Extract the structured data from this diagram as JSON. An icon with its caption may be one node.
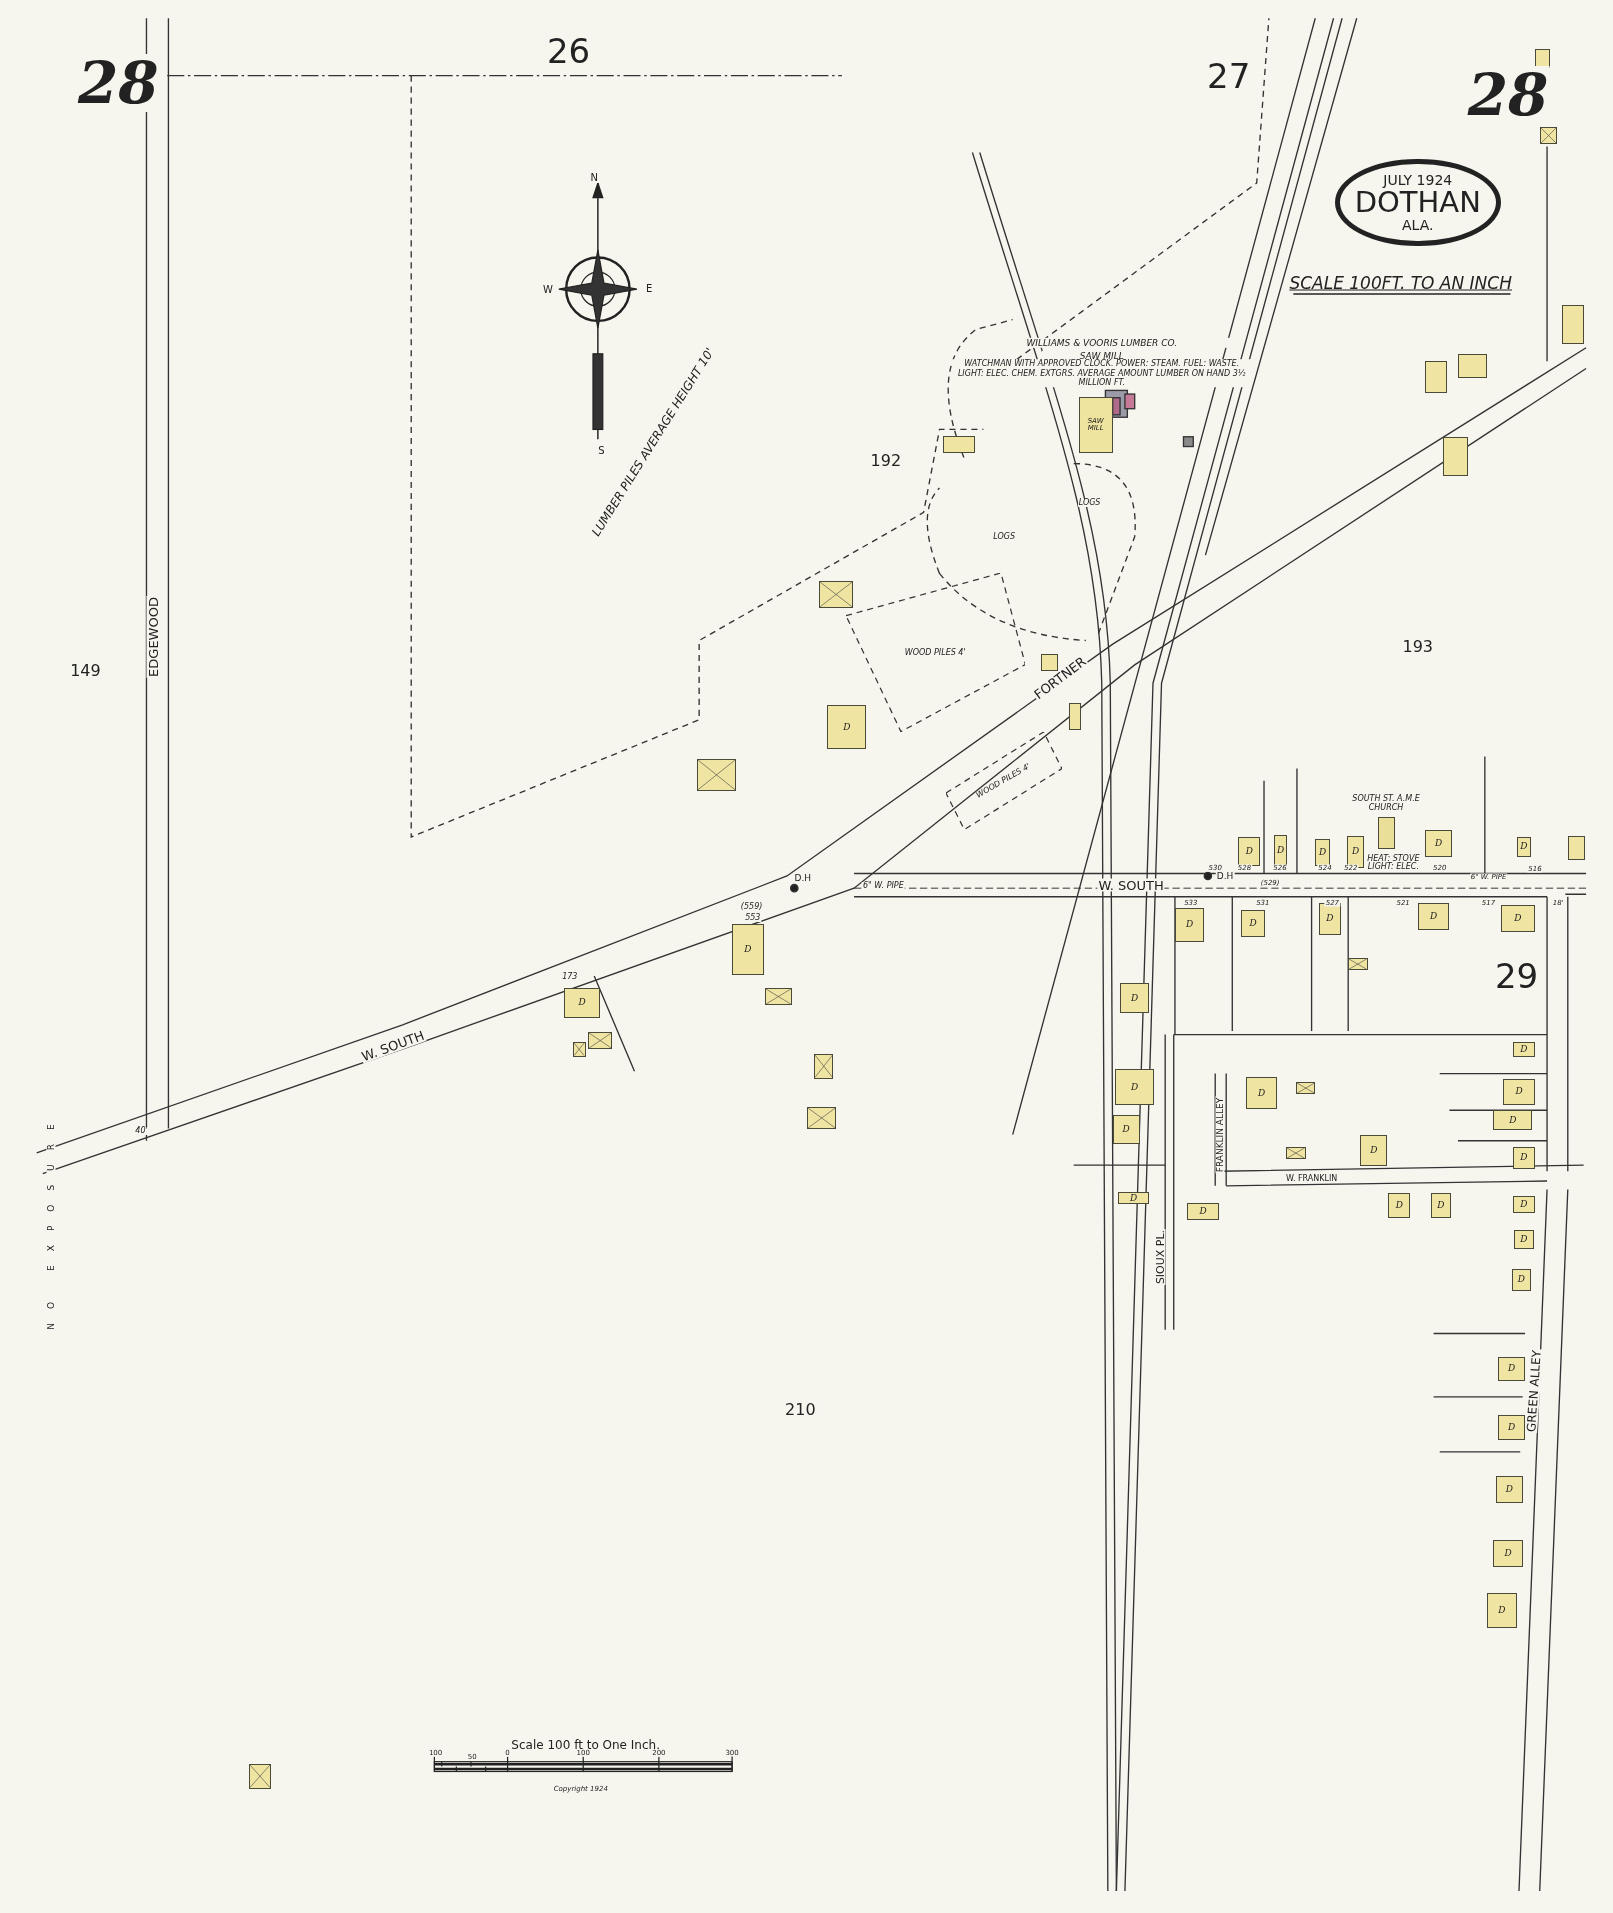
{
  "diagram": {
    "nodes": [
      {
        "text": [
          "JULY 1924",
          "DOTHAN",
          "ALA."
        ]
      },
      {
        "text": [
          "SAW MILL"
        ],
        "beside": [
          "WILLIAMS & VOORIS LUMBER CO.",
          "SAW MILL",
          "WATCHMAN WITH APPROVED CLOCK. POWER: STEAM. FUEL: WASTE. LIGHT: ELEC. CHEM. EXTGRS. AVERAGE AMOUNT LUMBER ON HAND 3½ MILLION FT."
        ]
      },
      {
        "text": [],
        "shape": "box",
        "beside": [
          "SOUTH ST. A.M.E CHURCH"
        ]
      },
      {
        "text": [
          "WOOD PILES 4'"
        ]
      },
      {
        "text": [
          "WOOD PILES 4'"
        ]
      },
      {
        "text": [
          "D"
        ]
      },
      {
        "text": [
          "D"
        ]
      },
      {
        "text": [
          "D"
        ]
      },
      {
        "text": [
          "D"
        ]
      },
      {
        "text": [
          "D"
        ]
      },
      {
        "text": [
          "D"
        ]
      },
      {
        "text": [
          "D"
        ]
      },
      {
        "text": [
          "D"
        ]
      },
      {
        "text": [
          "D"
        ]
      },
      {
        "text": [
          "D"
        ]
      },
      {
        "text": [
          "D"
        ]
      },
      {
        "text": [
          "D"
        ]
      },
      {
        "text": [
          "D"
        ]
      },
      {
        "text": [
          "D"
        ]
      },
      {
        "text": [
          "D"
        ]
      },
      {
        "text": [
          "D"
        ]
      },
      {
        "text": [
          "D"
        ]
      },
      {
        "text": [
          "D"
        ]
      },
      {
        "text": [
          "D"
        ]
      },
      {
        "text": [
          "D"
        ]
      },
      {
        "text": [
          "D"
        ]
      },
      {
        "text": [
          "D"
        ]
      },
      {
        "text": [
          "D"
        ]
      },
      {
        "text": [
          "D"
        ]
      },
      {
        "text": [
          "D"
        ]
      },
      {
        "text": [
          "D"
        ]
      },
      {
        "text": [
          "D"
        ]
      },
      {
        "text": [
          "D"
        ]
      },
      {
        "text": [
          "D"
        ]
      },
      {
        "text": [
          "D"
        ]
      },
      {
        "text": [
          "D"
        ]
      },
      {
        "text": [
          "D"
        ]
      },
      {
        "text": [
          "D"
        ]
      },
      {
        "text": [
          "D"
        ]
      },
      {
        "text": [
          "D"
        ]
      },
      {
        "text": [],
        "shape": "box"
      },
      {
        "text": [],
        "shape": "box"
      },
      {
        "text": [],
        "shape": "box"
      },
      {
        "text": [],
        "shape": "box"
      },
      {
        "text": [],
        "shape": "box"
      },
      {
        "text": [],
        "shape": "box"
      },
      {
        "text": [],
        "shape": "box"
      },
      {
        "text": [],
        "shape": "box"
      },
      {
        "text": [],
        "shape": "box"
      },
      {
        "text": [],
        "shape": "box"
      },
      {
        "text": [],
        "shape": "box"
      },
      {
        "text": [],
        "shape": "box"
      },
      {
        "text": [],
        "shape": "box"
      },
      {
        "text": [],
        "shape": "box"
      },
      {
        "text": [],
        "shape": "box"
      },
      {
        "text": [],
        "shape": "box"
      },
      {
        "text": [],
        "shape": "box"
      },
      {
        "text": [],
        "shape": "box"
      },
      {
        "text": [],
        "shape": "box"
      },
      {
        "text": [],
        "shape": "box"
      },
      {
        "text": [],
        "shape": "box"
      }
    ],
    "labels": [
      "28",
      "26",
      "27",
      "28",
      "N",
      "W",
      "E",
      "S",
      "LUMBER PILES AVERAGE HEIGHT 10'",
      "SCALE 100FT. TO AN INCH",
      "192",
      "LOGS",
      "LOGS",
      "149",
      "EDGEWOOD",
      "193",
      "FORTNER",
      "D.H",
      "6\" W. PIPE",
      "W. SOUTH",
      "D.H",
      "530",
      "528",
      "526",
      "524",
      "522",
      "520",
      "6\" W. PIPE",
      "516",
      "533",
      "(529)",
      "531",
      "527",
      "521",
      "517",
      "18'",
      "W. SOUTH",
      "(559)",
      "553",
      "173",
      "29",
      "SIOUX PL.",
      "FRANKLIN ALLEY",
      "W. FRANKLIN",
      "GREEN ALLEY",
      "40'",
      "NO EXPOSURE",
      "210",
      "Scale 100 ft to One Inch.",
      "100",
      "50",
      "0",
      "100",
      "200",
      "300",
      "Copyright 1924",
      "HEAT: STOVE LIGHT: ELEC."
    ]
  }
}
